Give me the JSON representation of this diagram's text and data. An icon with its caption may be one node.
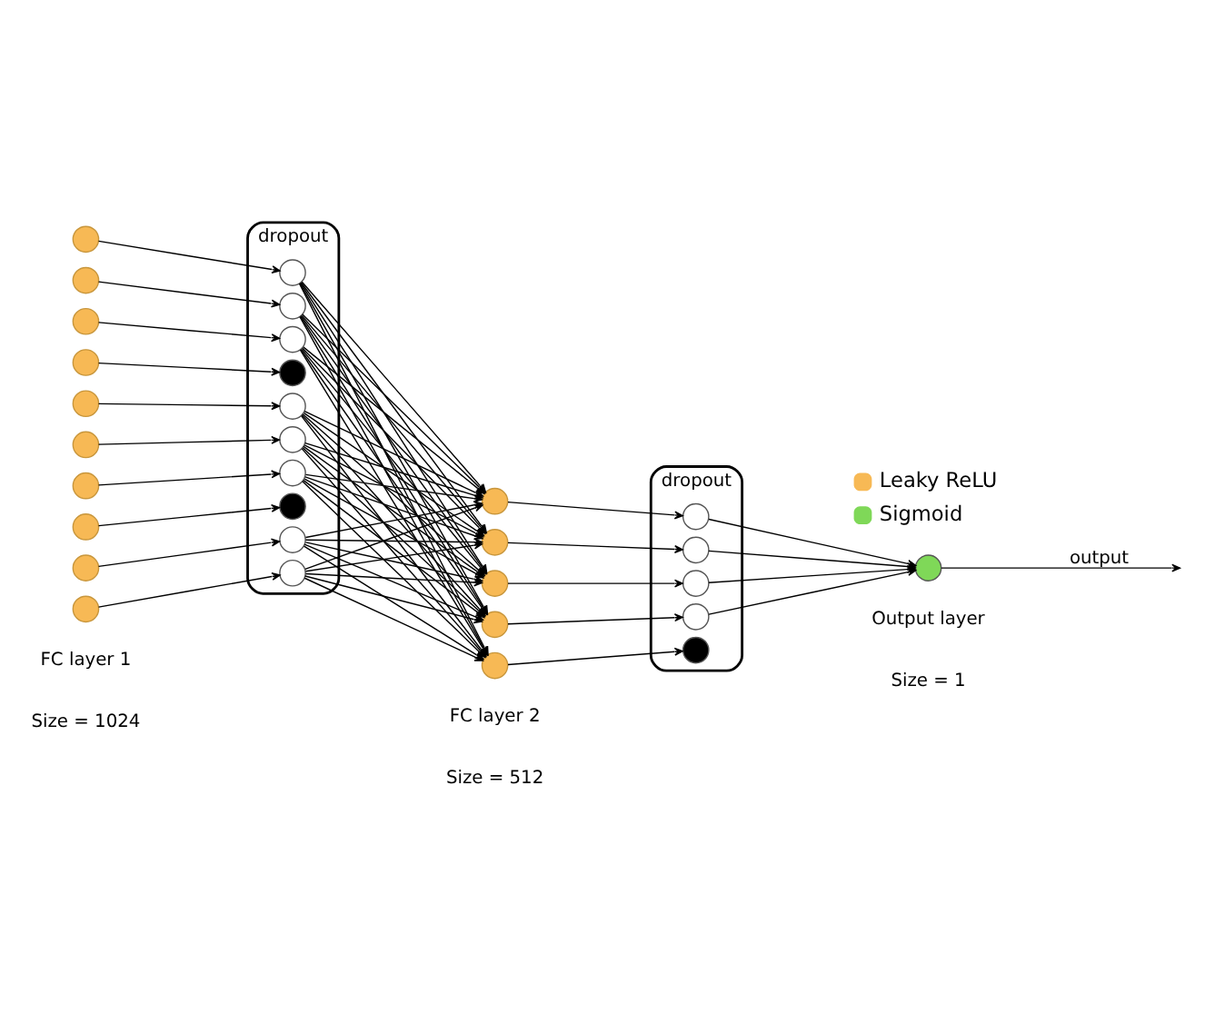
{
  "diagram": {
    "nodes": [
      {
        "text": [],
        "shape": "circle"
      },
      {
        "text": [],
        "shape": "circle"
      },
      {
        "text": [],
        "shape": "circle"
      },
      {
        "text": [],
        "shape": "circle"
      },
      {
        "text": [],
        "shape": "circle"
      },
      {
        "text": [],
        "shape": "circle"
      },
      {
        "text": [],
        "shape": "circle"
      },
      {
        "text": [],
        "shape": "circle"
      },
      {
        "text": [],
        "shape": "circle"
      },
      {
        "text": [],
        "shape": "circle"
      },
      {
        "text": [
          "dropout"
        ]
      },
      {
        "text": [],
        "shape": "circle",
        "in": 10
      },
      {
        "text": [],
        "shape": "circle",
        "in": 10
      },
      {
        "text": [],
        "shape": "circle",
        "in": 10
      },
      {
        "text": [],
        "shape": "circle",
        "in": 10
      },
      {
        "text": [],
        "shape": "circle",
        "in": 10
      },
      {
        "text": [],
        "shape": "circle",
        "in": 10
      },
      {
        "text": [],
        "shape": "circle",
        "in": 10
      },
      {
        "text": [],
        "shape": "circle",
        "in": 10
      },
      {
        "text": [],
        "shape": "circle",
        "in": 10
      },
      {
        "text": [],
        "shape": "circle",
        "in": 10
      },
      {
        "text": [],
        "shape": "circle"
      },
      {
        "text": [],
        "shape": "circle"
      },
      {
        "text": [],
        "shape": "circle"
      },
      {
        "text": [],
        "shape": "circle"
      },
      {
        "text": [],
        "shape": "circle"
      },
      {
        "text": [
          "dropout"
        ]
      },
      {
        "text": [],
        "shape": "circle",
        "in": 26
      },
      {
        "text": [],
        "shape": "circle",
        "in": 26
      },
      {
        "text": [],
        "shape": "circle",
        "in": 26
      },
      {
        "text": [],
        "shape": "circle",
        "in": 26
      },
      {
        "text": [],
        "shape": "circle",
        "in": 26
      },
      {
        "text": [],
        "shape": "circle"
      }
    ],
    "edges": [
      {
        "from": 0,
        "to": 11,
        "arrow": "to"
      },
      {
        "from": 1,
        "to": 12,
        "arrow": "to"
      },
      {
        "from": 2,
        "to": 13,
        "arrow": "to"
      },
      {
        "from": 3,
        "to": 14,
        "arrow": "to"
      },
      {
        "from": 4,
        "to": 15,
        "arrow": "to"
      },
      {
        "from": 5,
        "to": 16,
        "arrow": "to"
      },
      {
        "from": 6,
        "to": 17,
        "arrow": "to"
      },
      {
        "from": 7,
        "to": 18,
        "arrow": "to"
      },
      {
        "from": 8,
        "to": 19,
        "arrow": "to"
      },
      {
        "from": 9,
        "to": 20,
        "arrow": "to"
      },
      {
        "from": 11,
        "to": 21,
        "arrow": "to"
      },
      {
        "from": 11,
        "to": 22,
        "arrow": "to"
      },
      {
        "from": 11,
        "to": 23,
        "arrow": "to"
      },
      {
        "from": 11,
        "to": 24,
        "arrow": "to"
      },
      {
        "from": 11,
        "to": 25,
        "arrow": "to"
      },
      {
        "from": 12,
        "to": 21,
        "arrow": "to"
      },
      {
        "from": 12,
        "to": 22,
        "arrow": "to"
      },
      {
        "from": 12,
        "to": 23,
        "arrow": "to"
      },
      {
        "from": 12,
        "to": 24,
        "arrow": "to"
      },
      {
        "from": 12,
        "to": 25,
        "arrow": "to"
      },
      {
        "from": 13,
        "to": 21,
        "arrow": "to"
      },
      {
        "from": 13,
        "to": 22,
        "arrow": "to"
      },
      {
        "from": 13,
        "to": 23,
        "arrow": "to"
      },
      {
        "from": 13,
        "to": 24,
        "arrow": "to"
      },
      {
        "from": 13,
        "to": 25,
        "arrow": "to"
      },
      {
        "from": 15,
        "to": 21,
        "arrow": "to"
      },
      {
        "from": 15,
        "to": 22,
        "arrow": "to"
      },
      {
        "from": 15,
        "to": 23,
        "arrow": "to"
      },
      {
        "from": 15,
        "to": 24,
        "arrow": "to"
      },
      {
        "from": 15,
        "to": 25,
        "arrow": "to"
      },
      {
        "from": 16,
        "to": 21,
        "arrow": "to"
      },
      {
        "from": 16,
        "to": 22,
        "arrow": "to"
      },
      {
        "from": 16,
        "to": 23,
        "arrow": "to"
      },
      {
        "from": 16,
        "to": 24,
        "arrow": "to"
      },
      {
        "from": 16,
        "to": 25,
        "arrow": "to"
      },
      {
        "from": 17,
        "to": 21,
        "arrow": "to"
      },
      {
        "from": 17,
        "to": 22,
        "arrow": "to"
      },
      {
        "from": 17,
        "to": 23,
        "arrow": "to"
      },
      {
        "from": 17,
        "to": 24,
        "arrow": "to"
      },
      {
        "from": 17,
        "to": 25,
        "arrow": "to"
      },
      {
        "from": 19,
        "to": 21,
        "arrow": "to"
      },
      {
        "from": 19,
        "to": 22,
        "arrow": "to"
      },
      {
        "from": 19,
        "to": 23,
        "arrow": "to"
      },
      {
        "from": 19,
        "to": 24,
        "arrow": "to"
      },
      {
        "from": 19,
        "to": 25,
        "arrow": "to"
      },
      {
        "from": 20,
        "to": 21,
        "arrow": "to"
      },
      {
        "from": 20,
        "to": 22,
        "arrow": "to"
      },
      {
        "from": 20,
        "to": 23,
        "arrow": "to"
      },
      {
        "from": 20,
        "to": 24,
        "arrow": "to"
      },
      {
        "from": 20,
        "to": 25,
        "arrow": "to"
      },
      {
        "from": 21,
        "to": 27,
        "arrow": "to"
      },
      {
        "from": 22,
        "to": 28,
        "arrow": "to"
      },
      {
        "from": 23,
        "to": 29,
        "arrow": "to"
      },
      {
        "from": 24,
        "to": 30,
        "arrow": "to"
      },
      {
        "from": 25,
        "to": 31,
        "arrow": "to"
      },
      {
        "from": 27,
        "to": 32,
        "arrow": "to"
      },
      {
        "from": 28,
        "to": 32,
        "arrow": "to"
      },
      {
        "from": 29,
        "to": 32,
        "arrow": "to"
      },
      {
        "from": 30,
        "to": 32,
        "arrow": "to"
      },
      {
        "from": 32,
        "to": null,
        "arrow": "to",
        "label": "output"
      }
    ],
    "labels": [
      "FC layer 1",
      "Size = 1024",
      "FC layer 2",
      "Size = 512",
      "Output layer",
      "Size = 1"
    ],
    "legend": [
      {
        "text": "Leaky ReLU",
        "color": "#f7b955"
      },
      {
        "text": "Sigmoid",
        "color": "#7fd858"
      }
    ]
  }
}
